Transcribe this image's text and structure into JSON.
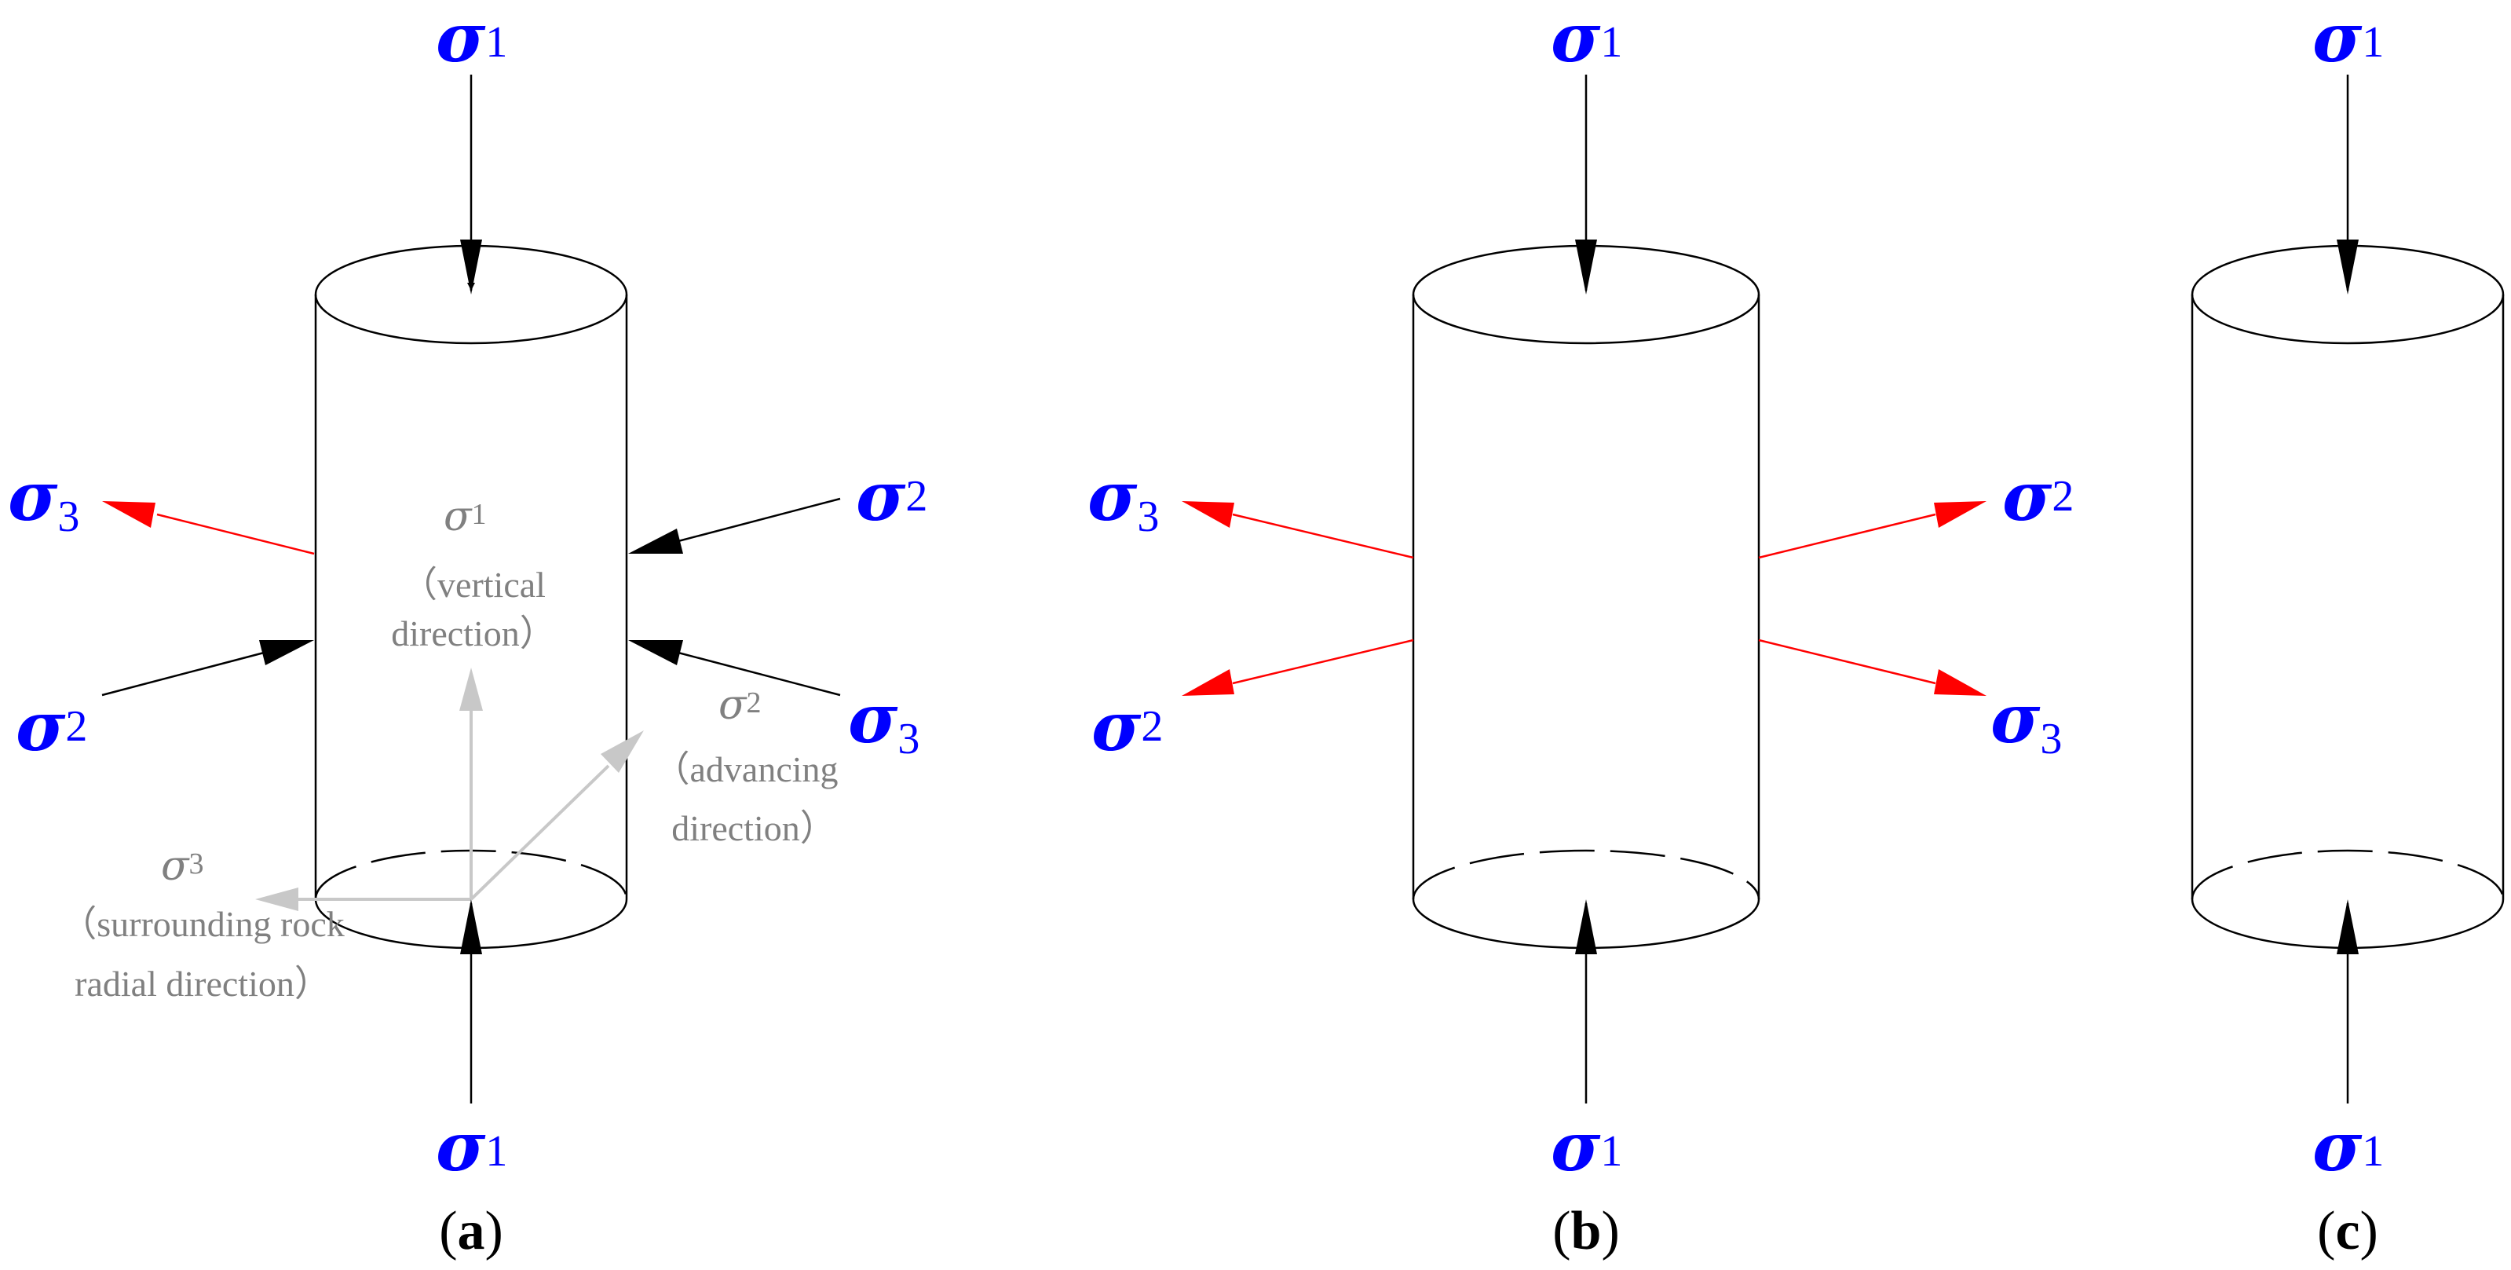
{
  "diagram": {
    "symbol": "σ",
    "colors": {
      "stress_label": "#0000ff",
      "compression_arrow": "#000000",
      "tension_arrow": "#ff0000",
      "axis": "#808080",
      "cylinder": "#000000"
    },
    "panels": [
      {
        "id": "a",
        "label_open": "(",
        "label_letter": "a",
        "label_close": ")",
        "stresses": [
          {
            "sub": "1",
            "direction": "compression"
          },
          {
            "sub": "1",
            "direction": "compression"
          },
          {
            "sub": "2",
            "direction": "compression"
          },
          {
            "sub": "2",
            "direction": "compression"
          },
          {
            "sub": "3",
            "direction": "tension"
          },
          {
            "sub": "3",
            "direction": "compression"
          }
        ],
        "axes": {
          "vertical": {
            "sub": "1",
            "line1": "（vertical",
            "line2": "direction）"
          },
          "advancing": {
            "sub": "2",
            "line1": "（advancing",
            "line2": "direction）"
          },
          "radial": {
            "sub": "3",
            "line1": "（surrounding rock",
            "line2": "radial direction）"
          }
        }
      },
      {
        "id": "b",
        "label_open": "(",
        "label_letter": "b",
        "label_close": ")",
        "stresses": [
          {
            "sub": "1",
            "direction": "compression"
          },
          {
            "sub": "1",
            "direction": "compression"
          },
          {
            "sub": "3",
            "direction": "tension"
          },
          {
            "sub": "2",
            "direction": "tension"
          },
          {
            "sub": "2",
            "direction": "tension"
          },
          {
            "sub": "3",
            "direction": "tension"
          }
        ]
      },
      {
        "id": "c",
        "label_open": "(",
        "label_letter": "c",
        "label_close": ")",
        "stresses": [
          {
            "sub": "1",
            "direction": "compression"
          },
          {
            "sub": "1",
            "direction": "compression"
          }
        ]
      }
    ]
  }
}
